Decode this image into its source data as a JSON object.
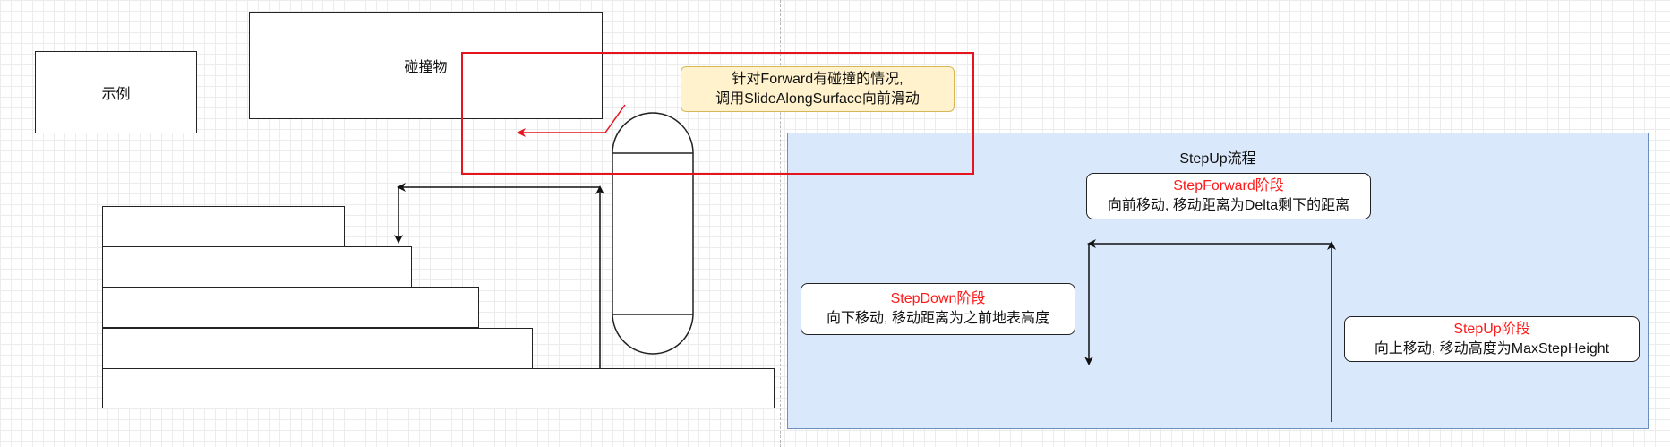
{
  "example_label": "示例",
  "obstacle_label": "碰撞物",
  "note": {
    "line1": "针对Forward有碰撞的情况,",
    "line2": "调用SlideAlongSurface向前滑动"
  },
  "stepup_container": {
    "title": "StepUp流程"
  },
  "phases": {
    "step_forward": {
      "name": "StepForward阶段",
      "desc": "向前移动, 移动距离为Delta剩下的距离"
    },
    "step_down": {
      "name": "StepDown阶段",
      "desc": "向下移动, 移动距离为之前地表高度"
    },
    "step_up": {
      "name": "StepUp阶段",
      "desc": "向上移动, 移动高度为MaxStepHeight"
    }
  },
  "colors": {
    "highlight_red": "#e5141f",
    "phase_name_red": "#ff1a1a",
    "container_fill": "#dae8fc",
    "container_stroke": "#6c8ebf",
    "note_fill": "#fff2cc",
    "note_stroke": "#d6b656"
  }
}
